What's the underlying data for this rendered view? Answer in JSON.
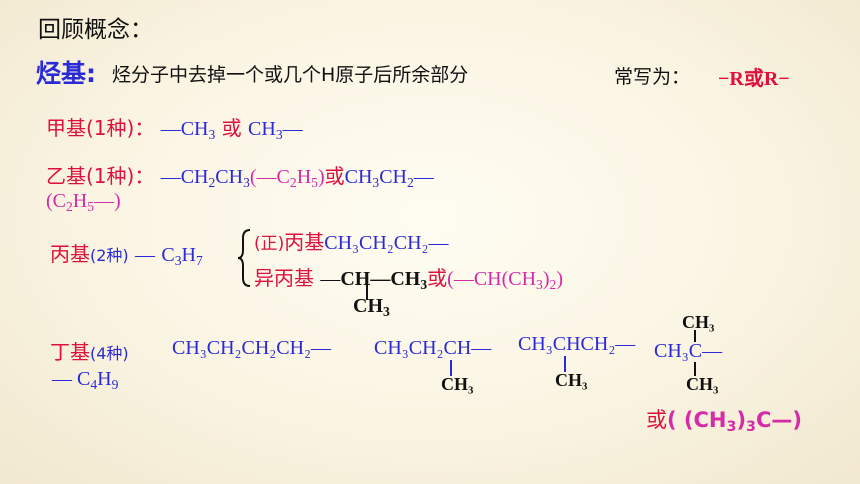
{
  "heading": "回顾概念：",
  "def": {
    "term": "烃基:",
    "text": "烃分子中去掉一个或几个H原子后所余部分",
    "common_label": "常写为：",
    "common_value": "−R或R−"
  },
  "methyl": {
    "label": "甲基",
    "count": "(1种)：",
    "f1": "—CH",
    "f1_sub": "3",
    "or": "或",
    "f2": "CH",
    "f2_sub": "3",
    "f2_end": "—"
  },
  "ethyl": {
    "label": "乙基",
    "count": "(1种)：",
    "f1a": "—CH",
    "f1a_sub": "2",
    "f1b": "CH",
    "f1b_sub": "3",
    "alt_open": "(—C",
    "alt_sub1": "2",
    "alt_mid": "H",
    "alt_sub2": "5",
    "alt_close": ")",
    "or": "或",
    "f2a": "CH",
    "f2a_sub": "3",
    "f2b": "CH",
    "f2b_sub": "2",
    "f2_end": "—",
    "line2_open": "(C",
    "line2_sub1": "2",
    "line2_mid": "H",
    "line2_sub2": "5",
    "line2_close": "—)"
  },
  "propyl": {
    "label": "丙基",
    "count": "(2种)",
    "dash": "—",
    "formula": "C",
    "formula_sub1": "3",
    "formula_mid": "H",
    "formula_sub2": "7",
    "normal_prefix": "(正)",
    "normal_label": "丙基",
    "normal_formula": "CH₃CH₂CH₂—",
    "iso_label": "异丙基",
    "iso_dash": "—",
    "iso_formula": "CH—CH",
    "iso_sub": "3",
    "iso_or": "或",
    "iso_alt": "(—CH(CH",
    "iso_alt_sub": "3",
    "iso_alt_close": ")",
    "iso_alt_sub2": "2",
    "iso_alt_end": ")",
    "iso_branch": "CH",
    "iso_branch_sub": "3"
  },
  "butyl": {
    "label": "丁基",
    "count": "(4种)",
    "dash": "—",
    "formula": "C",
    "formula_sub1": "4",
    "formula_mid": "H",
    "formula_sub2": "9",
    "n_butyl": "CH₃CH₂CH₂CH₂—",
    "sec_butyl": "CH₃CH₂CH—",
    "sec_branch": "CH₃",
    "iso_butyl": "CH₃CHCH₂—",
    "iso_branch": "CH₃",
    "tert_top": "CH₃",
    "tert_mid": "CH₃C—",
    "tert_bottom": "CH₃",
    "tert_or": "或",
    "tert_alt": "( (CH",
    "tert_alt_sub": "3",
    "tert_alt_mid": ")",
    "tert_alt_sub2": "3",
    "tert_alt_end": "C—)"
  }
}
